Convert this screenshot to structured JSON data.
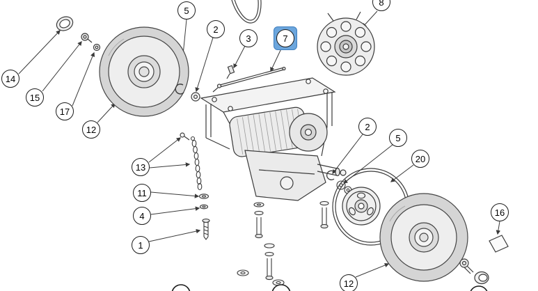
{
  "diagram": {
    "type": "exploded-parts-diagram",
    "highlighted_item": "7",
    "colors": {
      "line": "#3a3a3a",
      "balloon_fill": "#ffffff",
      "balloon_border": "#1a1a1a",
      "highlight_fill": "#6ca6dd",
      "highlight_border": "#3f7fbf",
      "metal_light": "#efefef",
      "metal_mid": "#d8d8d8"
    }
  },
  "callouts": [
    {
      "label": "14"
    },
    {
      "label": "15"
    },
    {
      "label": "17"
    },
    {
      "label": "12"
    },
    {
      "label": "5"
    },
    {
      "label": "2"
    },
    {
      "label": "3"
    },
    {
      "label": "7",
      "highlighted": true
    },
    {
      "label": "8"
    },
    {
      "label": "13"
    },
    {
      "label": "11"
    },
    {
      "label": "4"
    },
    {
      "label": "1"
    },
    {
      "label": "2"
    },
    {
      "label": "5"
    },
    {
      "label": "20"
    },
    {
      "label": "12"
    },
    {
      "label": "16"
    }
  ]
}
